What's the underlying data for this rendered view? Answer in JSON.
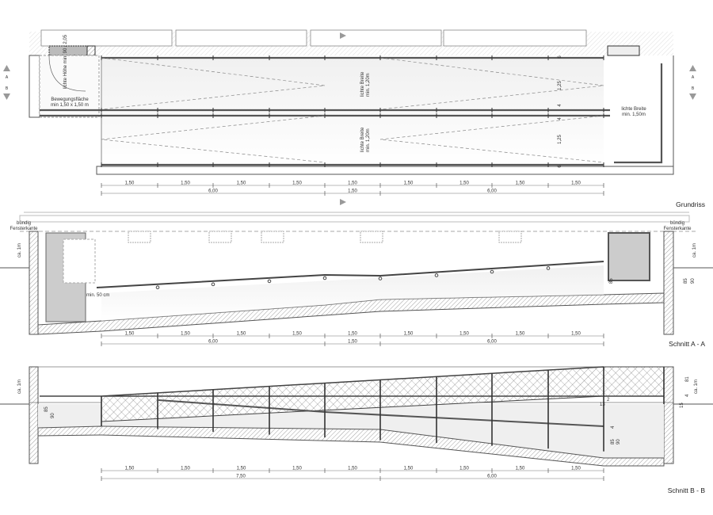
{
  "views": {
    "plan": {
      "title": "Grundriss",
      "door_note": "lichte Höhe min. 90 / 2,05",
      "landing_note_1": "Bewegungsfläche",
      "landing_note_2": "min 1,50 x 1,50 m",
      "width_upper_1": "lichte Breite",
      "width_upper_2": "min. 1,20m",
      "width_lower_1": "lichte Breite",
      "width_lower_2": "min. 1,20m",
      "width_right_1": "lichte Breite",
      "width_right_2": "min. 1,50m",
      "side_dims": [
        "6",
        "1,25",
        "4",
        "4",
        "1,25",
        "6"
      ],
      "section_marks": [
        "A",
        "B"
      ],
      "dims_row1": [
        "1,50",
        "1,50",
        "1,50",
        "1,50",
        "1,50",
        "1,50",
        "1,50",
        "1,50",
        "1,50"
      ],
      "dims_row2": [
        "6,00",
        "1,50",
        "6,00"
      ]
    },
    "section_a": {
      "title": "Schnitt A - A",
      "left_note_1": "bündig",
      "left_note_2": "Fensterkante",
      "right_note_1": "bündig",
      "right_note_2": "Fensterkante",
      "height_left": "ca. 1m",
      "height_right": "ca. 1m",
      "min_note": "min. 50 cm",
      "rail_dims": [
        "85",
        "90"
      ],
      "dims_row1": [
        "1,50",
        "1,50",
        "1,50",
        "1,50",
        "1,50",
        "1,50",
        "1,50",
        "1,50",
        "1,50"
      ],
      "dims_row2": [
        "6,00",
        "1,50",
        "6,00"
      ]
    },
    "section_b": {
      "title": "Schnitt B - B",
      "height_left": "ca. 1m",
      "height_right": "ca. 1m",
      "left_dims": [
        "85",
        "90"
      ],
      "right_dims": [
        "81",
        "4",
        "15"
      ],
      "mid_dims": [
        "85",
        "90",
        "4"
      ],
      "small_dims": [
        "13",
        "2"
      ],
      "dims_row1": [
        "1,50",
        "1,50",
        "1,50",
        "1,50",
        "1,50",
        "1,50",
        "1,50",
        "1,50",
        "1,50"
      ],
      "dims_row2": [
        "7,50",
        "6,00"
      ]
    }
  },
  "colors": {
    "line": "#555555",
    "wall_fill": "#ffffff",
    "shade": "#cccccc",
    "floor": "#efefef"
  }
}
